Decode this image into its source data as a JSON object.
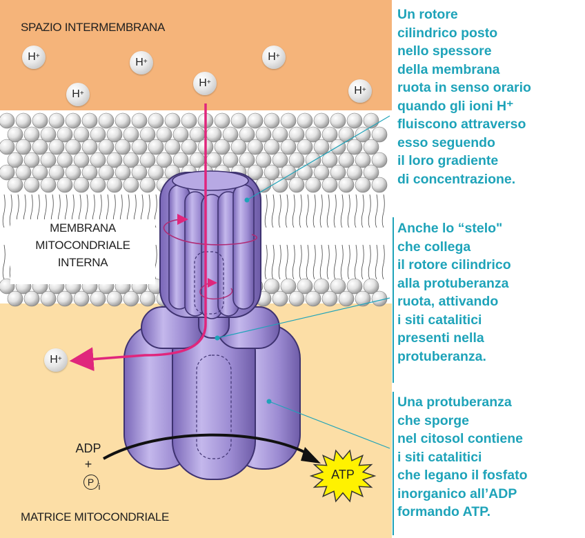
{
  "regions": {
    "intermembrane_space": "SPAZIO INTERMEMBRANA",
    "inner_membrane": [
      "MEMBRANA",
      "MITOCONDRIALE",
      "INTERNA"
    ],
    "matrix": "MATRICE MITOCONDRIALE"
  },
  "ions": {
    "symbol": "H",
    "charge": "+"
  },
  "chemistry": {
    "adp": "ADP",
    "plus": "+",
    "phosphate_symbol": "P",
    "phosphate_subscript": "i",
    "atp": "ATP"
  },
  "captions": {
    "rotor": [
      "Un rotore",
      "cilindrico posto",
      "nello spessore",
      "della membrana",
      "ruota in senso orario",
      "quando gli ioni H⁺",
      "fluiscono attraverso",
      "esso seguendo",
      "il loro gradiente",
      "di concentrazione."
    ],
    "stalk": [
      "Anche lo “stelo\"",
      "che collega",
      "il rotore cilindrico",
      "alla protuberanza",
      "ruota, attivando",
      "i siti catalitici",
      "presenti nella",
      "protuberanza."
    ],
    "knob": [
      "Una protuberanza",
      "che sporge",
      "nel citosol contiene",
      "i siti catalitici",
      "che legano il fosfato",
      "inorganico all’ADP",
      "formando ATP."
    ]
  },
  "colors": {
    "intermembrane": "#f5b47a",
    "matrix": "#fcdea6",
    "membrane_band": "#ffffff",
    "protein": "#9b8ad0",
    "proton_path": "#e0267c",
    "caption_text": "#1ea3b9",
    "atp_star": "#fff200"
  }
}
